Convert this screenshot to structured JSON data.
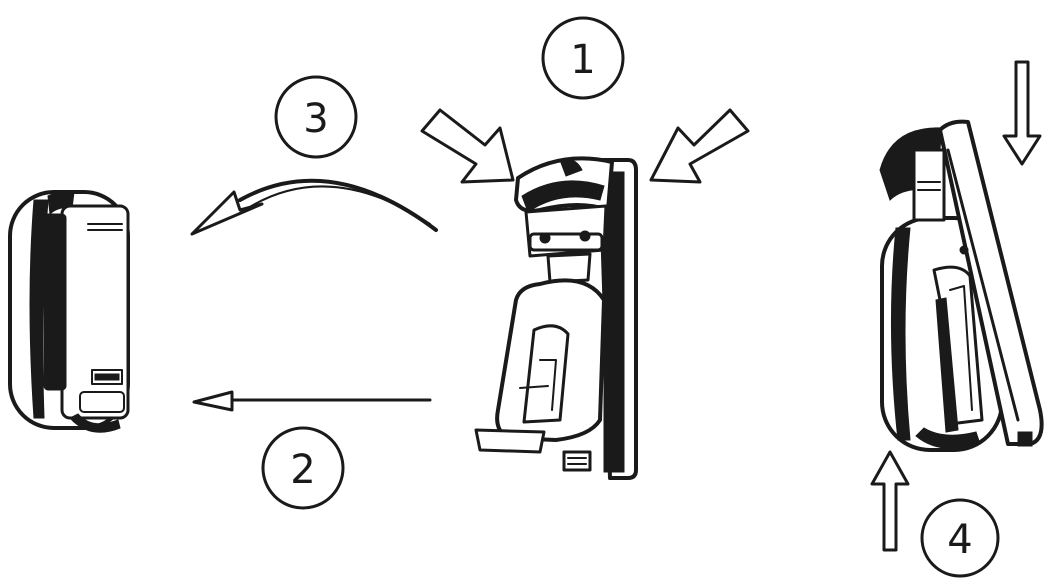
{
  "steps": [
    {
      "number": "1"
    },
    {
      "number": "2"
    },
    {
      "number": "3"
    },
    {
      "number": "4"
    }
  ],
  "colors": {
    "ink": "#1a1a1a",
    "background": "#ffffff"
  }
}
